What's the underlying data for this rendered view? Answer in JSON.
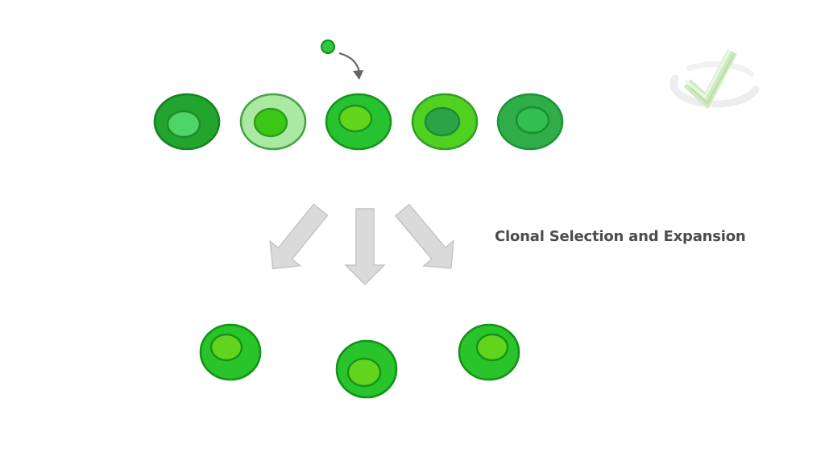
{
  "label": {
    "text": "Clonal Selection and Expansion",
    "color": "#4c4c4c"
  },
  "antigen": {
    "fill": "#2fc93b",
    "stroke": "#128a1d"
  },
  "antigen_arrow": {
    "stroke": "#646464"
  },
  "top_cells": [
    {
      "name": "b-cell-1",
      "outer_fill": "#21a52e",
      "outer_stroke": "#178322",
      "nucleus_fill": "#4fd468",
      "nucleus_stroke": "#1e8c2b"
    },
    {
      "name": "b-cell-2",
      "outer_fill": "#a9e9a2",
      "outer_stroke": "#47a447",
      "nucleus_fill": "#3bc716",
      "nucleus_stroke": "#2f9c1b"
    },
    {
      "name": "b-cell-3",
      "outer_fill": "#27c22f",
      "outer_stroke": "#15951e",
      "nucleus_fill": "#64d41d",
      "nucleus_stroke": "#1a9422"
    },
    {
      "name": "b-cell-4",
      "outer_fill": "#50d120",
      "outer_stroke": "#2f9f28",
      "nucleus_fill": "#2aa446",
      "nucleus_stroke": "#1e8b36"
    },
    {
      "name": "b-cell-5",
      "outer_fill": "#2ead48",
      "outer_stroke": "#1e9434",
      "nucleus_fill": "#31bf4f",
      "nucleus_stroke": "#1b8c2f"
    }
  ],
  "selection_arrows": {
    "fill": "#dadada",
    "stroke": "#c4c4c4"
  },
  "clone_cells": [
    {
      "name": "clone-cell-1",
      "outer_fill": "#29c32b",
      "outer_stroke": "#129416",
      "nucleus_fill": "#63d41e",
      "nucleus_stroke": "#149417"
    },
    {
      "name": "clone-cell-2",
      "outer_fill": "#29c32b",
      "outer_stroke": "#129416",
      "nucleus_fill": "#63d41e",
      "nucleus_stroke": "#149417"
    },
    {
      "name": "clone-cell-3",
      "outer_fill": "#29c32b",
      "outer_stroke": "#129416",
      "nucleus_fill": "#63d41e",
      "nucleus_stroke": "#149417"
    }
  ],
  "logo": {
    "swoosh_color": "#ededed",
    "swoosh_color_light": "#f2f2f2",
    "check_color": "#cfeac2",
    "check_highlight": "#e9f7e1",
    "check_edge": "#b9dfa6"
  }
}
